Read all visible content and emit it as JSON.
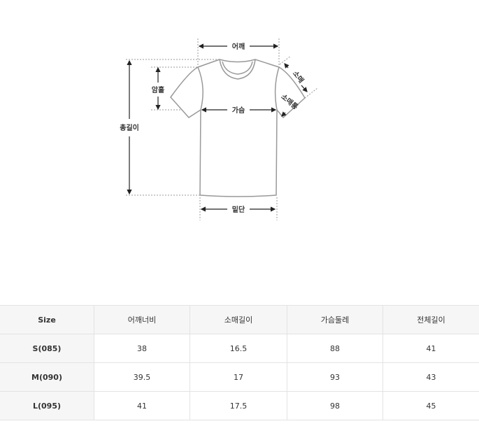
{
  "diagram": {
    "shoulder": "어깨",
    "armhole": "암홀",
    "total_length": "총길이",
    "chest": "가슴",
    "hem": "밑단",
    "sleeve": "소매",
    "sleeve_width": "소매통"
  },
  "table": {
    "headers": [
      "Size",
      "어깨너비",
      "소매길이",
      "가슴둘레",
      "전체길이"
    ],
    "rows": [
      [
        "S(085)",
        "38",
        "16.5",
        "88",
        "41"
      ],
      [
        "M(090)",
        "39.5",
        "17",
        "93",
        "43"
      ],
      [
        "L(095)",
        "41",
        "17.5",
        "98",
        "45"
      ]
    ]
  }
}
